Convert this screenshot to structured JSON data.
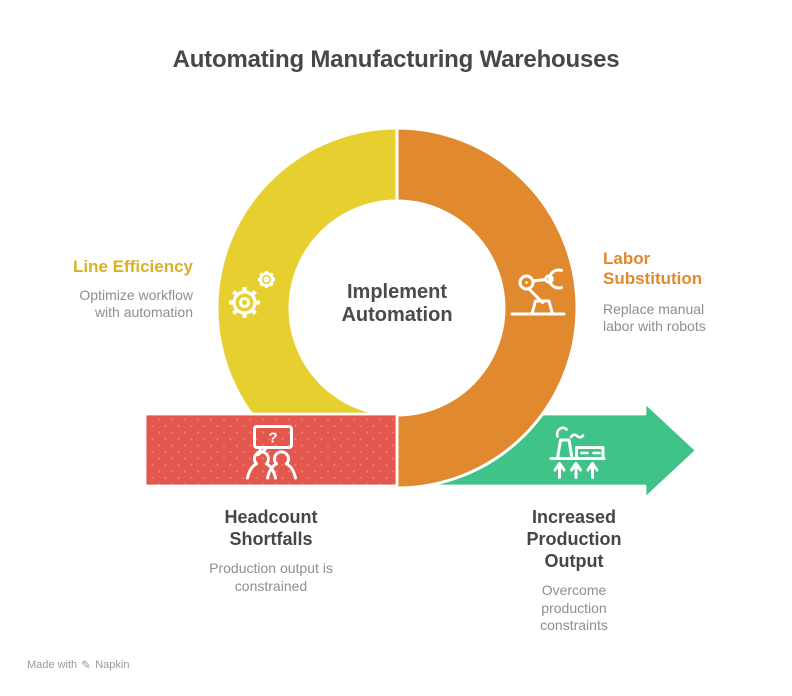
{
  "title": "Automating Manufacturing Warehouses",
  "center_label": {
    "line1": "Implement",
    "line2": "Automation"
  },
  "cycle": {
    "left": {
      "heading": "Line Efficiency",
      "description": "Optimize workflow with automation",
      "icon": "gears-icon",
      "color": "#e6cf2e",
      "heading_color": "#d9b127"
    },
    "right": {
      "heading": "Labor Substitution",
      "description": "Replace manual labor with robots",
      "icon": "robot-arm-icon",
      "color": "#e0892f",
      "heading_color": "#e0892f"
    },
    "bottom_left": {
      "heading": "Headcount Shortfalls",
      "description": "Production output is constrained",
      "icon": "people-question-icon",
      "color": "#e4574f",
      "heading_color": "#45454a"
    },
    "bottom_right": {
      "heading": "Increased Production Output",
      "description": "Overcome production constraints",
      "icon": "factory-output-icon",
      "color": "#3fc389",
      "heading_color": "#45454a"
    }
  },
  "colors": {
    "yellow": "#e6cf2e",
    "orange": "#e0892f",
    "red": "#e4574f",
    "green": "#3fc389",
    "dark_text": "#47474b",
    "body_text": "#8e8e92",
    "icon_stroke": "#ffffff",
    "watermark_text": "#87878f"
  },
  "icons": {
    "question_mark": "?",
    "watermark_pen": "✎"
  },
  "watermark": {
    "prefix": "Made with",
    "brand": "Napkin"
  }
}
